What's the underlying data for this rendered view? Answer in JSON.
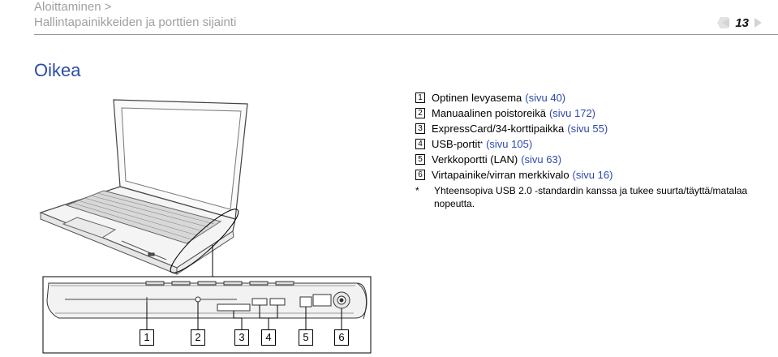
{
  "header": {
    "breadcrumb": "Aloittaminen >",
    "subtitle": "Hallintapainikkeiden ja porttien sijainti",
    "page_number": "13"
  },
  "section": {
    "title": "Oikea"
  },
  "legend": {
    "items": [
      {
        "marker": "1",
        "text": "Optinen levyasema",
        "link": "(sivu 40)"
      },
      {
        "marker": "2",
        "text": "Manuaalinen poistoreikä",
        "link": "(sivu 172)"
      },
      {
        "marker": "3",
        "text": "ExpressCard/34-korttipaikka",
        "link": "(sivu 55)"
      },
      {
        "marker": "4",
        "text": "USB-portit",
        "sup": "*",
        "link": "(sivu 105)"
      },
      {
        "marker": "5",
        "text": "Verkkoportti (LAN)",
        "link": "(sivu 63)"
      },
      {
        "marker": "6",
        "text": "Virtapainike/virran merkkivalo",
        "link": "(sivu 16)"
      }
    ],
    "footnote_marker": "*",
    "footnote": "Yhteensopiva USB 2.0 -standardin kanssa ja tukee suurta/täyttä/matalaa nopeutta."
  },
  "figure": {
    "callouts": [
      "1",
      "2",
      "3",
      "4",
      "5",
      "6"
    ]
  }
}
